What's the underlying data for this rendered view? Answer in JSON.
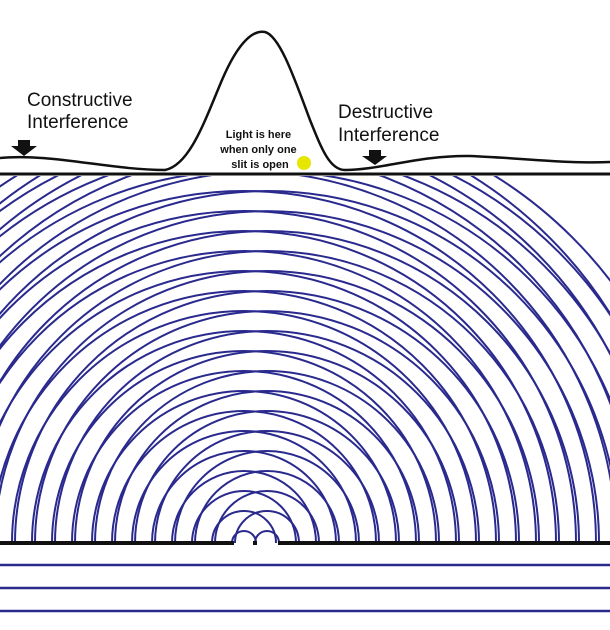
{
  "labels": {
    "constructive": [
      "Constructive",
      "Interference"
    ],
    "destructive": [
      "Destructive",
      "Interference"
    ],
    "single_slit": [
      "Light is here",
      "when only one",
      "slit is open"
    ]
  },
  "colors": {
    "wave": "#2a2a8e",
    "ink": "#111111",
    "marker": "#e6e600",
    "background": "#ffffff"
  },
  "icons": {
    "constructive_marker": "arrow-down-icon",
    "destructive_marker": "arrow-down-icon",
    "single_slit_marker": "yellow-dot-icon"
  }
}
